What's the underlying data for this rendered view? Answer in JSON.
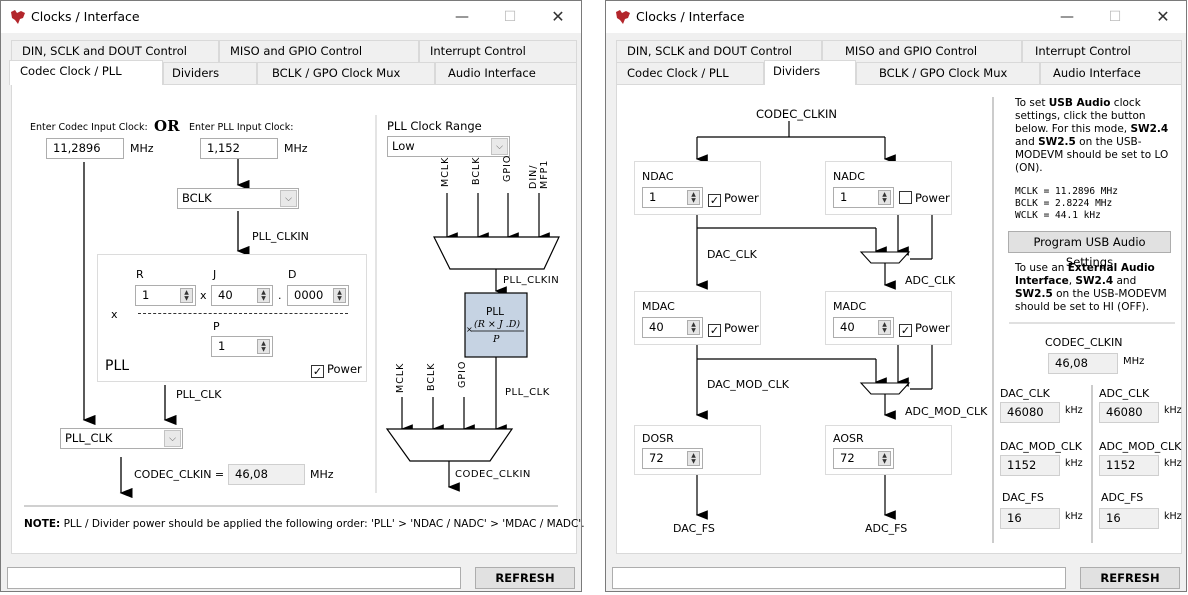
{
  "window_title": "Clocks / Interface",
  "tabs_row1": [
    "DIN, SCLK and DOUT Control",
    "MISO and GPIO Control",
    "Interrupt Control"
  ],
  "tabs_row2": [
    "Codec Clock / PLL",
    "Dividers",
    "BCLK / GPO Clock Mux",
    "Audio Interface"
  ],
  "refresh_label": "REFRESH",
  "pll_tab": {
    "codec_input_label": "Enter Codec Input Clock:",
    "or_label": "OR",
    "pll_input_label": "Enter PLL Input Clock:",
    "codec_input_value": "11,2896",
    "pll_input_value": "1,152",
    "mhz": "MHz",
    "pll_source_select": "BCLK",
    "pll_clkin_label": "PLL_CLKIN",
    "r_label": "R",
    "r_value": "1",
    "j_label": "J",
    "j_value": "40",
    "d_label": "D",
    "d_value": "0000",
    "p_label": "P",
    "p_value": "1",
    "x": "x",
    "dot": ".",
    "pll_title": "PLL",
    "power_label": "Power",
    "pll_power_checked": true,
    "pll_clk_label": "PLL_CLK",
    "codec_clkin_select": "PLL_CLK",
    "codec_clkin_eq": "CODEC_CLKIN =",
    "codec_clkin_value": "46,08",
    "range_label": "PLL Clock Range",
    "range_value": "Low",
    "mux1_inputs": [
      "MCLK",
      "BCLK",
      "GPIO",
      "DIN/ MFP1"
    ],
    "mux1_out": "PLL_CLKIN",
    "pll_block_title": "PLL",
    "pll_formula_num": "(R × J .D)",
    "pll_formula_den": "P",
    "pll_formula_x": "×",
    "mux2_inputs": [
      "MCLK",
      "BCLK",
      "GPIO"
    ],
    "mux2_pll_label": "PLL_CLK",
    "mux2_out": "CODEC_CLKIN",
    "note_bold": "NOTE:",
    "note_text": " PLL / Divider power should be applied the following order: 'PLL' > 'NDAC / NADC' > 'MDAC / MADC'."
  },
  "dividers_tab": {
    "codec_clkin": "CODEC_CLKIN",
    "ndac": {
      "label": "NDAC",
      "value": "1",
      "power": true
    },
    "nadc": {
      "label": "NADC",
      "value": "1",
      "power": false
    },
    "mdac": {
      "label": "MDAC",
      "value": "40",
      "power": true
    },
    "madc": {
      "label": "MADC",
      "value": "40",
      "power": true
    },
    "dosr": {
      "label": "DOSR",
      "value": "72"
    },
    "aosr": {
      "label": "AOSR",
      "value": "72"
    },
    "power_label": "Power",
    "dac_clk": "DAC_CLK",
    "adc_clk": "ADC_CLK",
    "dac_mod_clk": "DAC_MOD_CLK",
    "adc_mod_clk": "ADC_MOD_CLK",
    "dac_fs": "DAC_FS",
    "adc_fs": "ADC_FS",
    "usb_text": {
      "p1": "To set ",
      "b1": "USB Audio",
      "p2": " clock settings, click the button below. For this mode, ",
      "b2": "SW2.4",
      "p3": " and ",
      "b3": "SW2.5",
      "p4": " on the USB-MODEVM should be set to LO (ON)."
    },
    "mono_lines": [
      "MCLK = 11.2896 MHz",
      "BCLK = 2.8224 MHz",
      "WCLK = 44.1 kHz"
    ],
    "program_button": "Program USB Audio Settings",
    "ext_text": {
      "p1": "To use an ",
      "b1": "External Audio Interface",
      "p2": ", ",
      "b2": "SW2.4",
      "p3": " and ",
      "b3": "SW2.5",
      "p4": " on the USB-MODEVM should be set to HI (OFF)."
    },
    "side_codec_clkin_label": "CODEC_CLKIN",
    "side_codec_clkin_value": "46,08",
    "mhz": "MHz",
    "khz": "kHz",
    "readouts": {
      "dac_clk": {
        "label": "DAC_CLK",
        "value": "46080"
      },
      "adc_clk": {
        "label": "ADC_CLK",
        "value": "46080"
      },
      "dac_mod_clk": {
        "label": "DAC_MOD_CLK",
        "value": "1152"
      },
      "adc_mod_clk": {
        "label": "ADC_MOD_CLK",
        "value": "1152"
      },
      "dac_fs": {
        "label": "DAC_FS",
        "value": "16"
      },
      "adc_fs": {
        "label": "ADC_FS",
        "value": "16"
      }
    }
  }
}
